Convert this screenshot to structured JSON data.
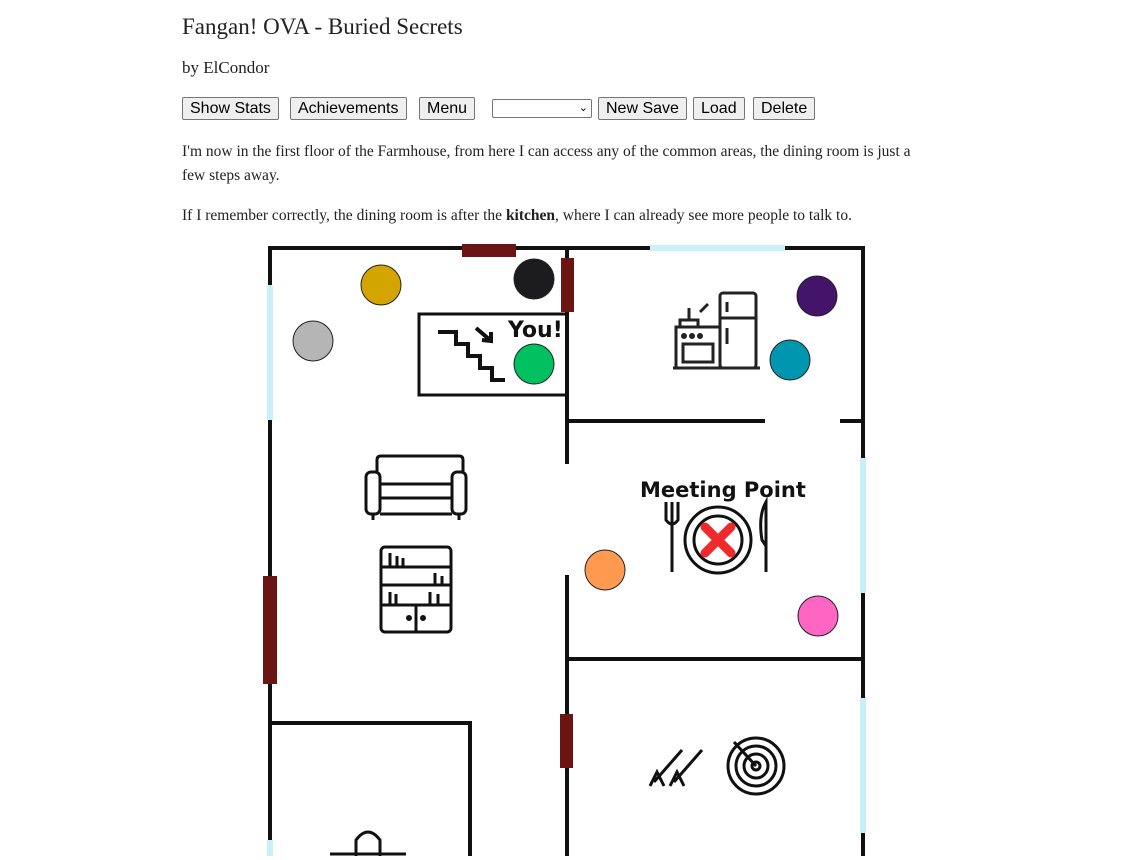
{
  "story": {
    "title": "Fangan! OVA - Buried Secrets",
    "author": "by ElCondor"
  },
  "toolbar": {
    "show_stats": "Show Stats",
    "achievements": "Achievements",
    "menu": "Menu",
    "save_slot_selected": "",
    "new_save": "New Save",
    "load": "Load",
    "delete": "Delete"
  },
  "passage": {
    "paragraph_1": "I'm now in the first floor of the Farmhouse, from here I can access any of the common areas, the dining room is just a few steps away.",
    "paragraph_2_before": "If I remember correctly, the dining room is after the ",
    "paragraph_2_bold": "kitchen",
    "paragraph_2_after": ", where I can already see more people to talk to."
  },
  "map": {
    "you_label": "You!",
    "meeting_point_label": "Meeting Point",
    "wall_color": "#111111",
    "door_color": "#6b1414",
    "window_color": "#c8f0f8",
    "tokens": [
      {
        "name": "gold",
        "color": "#d4a400"
      },
      {
        "name": "black",
        "color": "#1c1c1e"
      },
      {
        "name": "gray",
        "color": "#b5b5b5"
      },
      {
        "name": "green",
        "color": "#00c060"
      },
      {
        "name": "purple",
        "color": "#43146a"
      },
      {
        "name": "teal",
        "color": "#0096b0"
      },
      {
        "name": "orange",
        "color": "#ff9a50"
      },
      {
        "name": "pink",
        "color": "#ff66c4"
      }
    ]
  }
}
